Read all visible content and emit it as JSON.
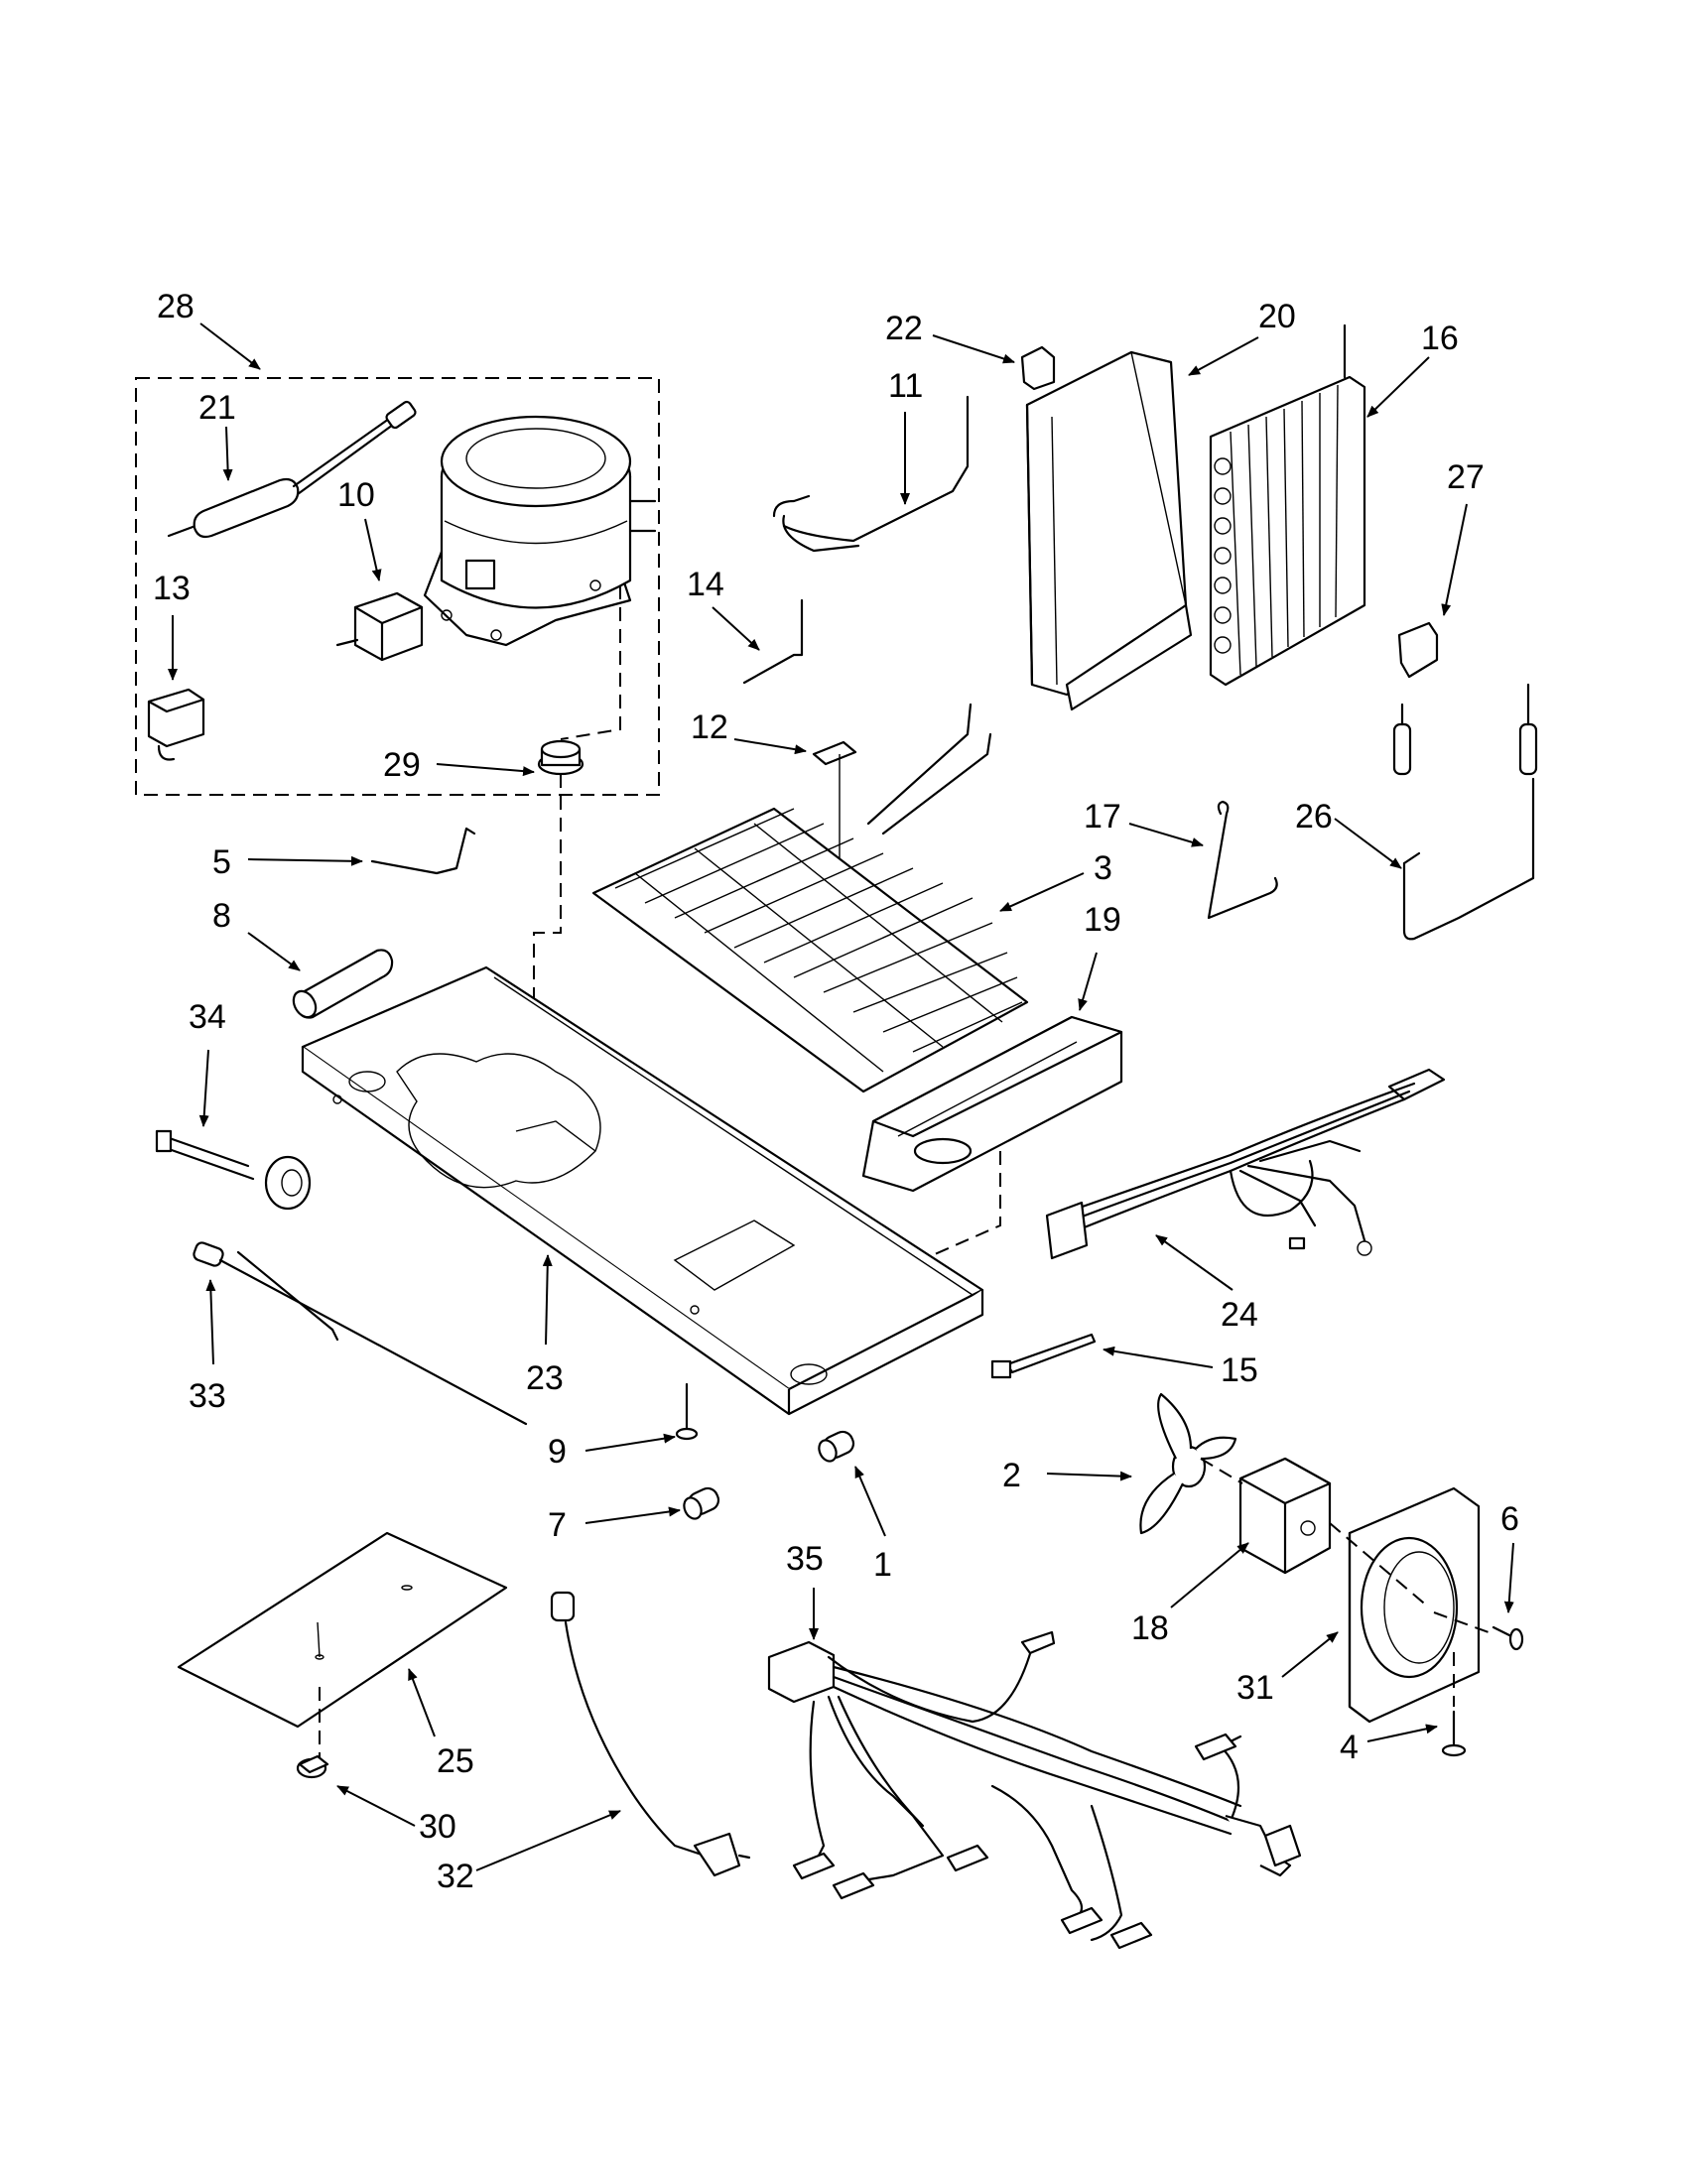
{
  "diagram": {
    "callouts": [
      {
        "id": "28",
        "label": "28"
      },
      {
        "id": "21",
        "label": "21"
      },
      {
        "id": "10",
        "label": "10"
      },
      {
        "id": "13",
        "label": "13"
      },
      {
        "id": "29",
        "label": "29"
      },
      {
        "id": "5",
        "label": "5"
      },
      {
        "id": "8",
        "label": "8"
      },
      {
        "id": "34",
        "label": "34"
      },
      {
        "id": "33",
        "label": "33"
      },
      {
        "id": "22",
        "label": "22"
      },
      {
        "id": "11",
        "label": "11"
      },
      {
        "id": "20",
        "label": "20"
      },
      {
        "id": "16",
        "label": "16"
      },
      {
        "id": "27",
        "label": "27"
      },
      {
        "id": "14",
        "label": "14"
      },
      {
        "id": "12",
        "label": "12"
      },
      {
        "id": "17",
        "label": "17"
      },
      {
        "id": "26",
        "label": "26"
      },
      {
        "id": "3",
        "label": "3"
      },
      {
        "id": "19",
        "label": "19"
      },
      {
        "id": "24",
        "label": "24"
      },
      {
        "id": "23",
        "label": "23"
      },
      {
        "id": "15",
        "label": "15"
      },
      {
        "id": "9",
        "label": "9"
      },
      {
        "id": "7",
        "label": "7"
      },
      {
        "id": "1",
        "label": "1"
      },
      {
        "id": "2",
        "label": "2"
      },
      {
        "id": "6",
        "label": "6"
      },
      {
        "id": "18",
        "label": "18"
      },
      {
        "id": "31",
        "label": "31"
      },
      {
        "id": "35",
        "label": "35"
      },
      {
        "id": "4",
        "label": "4"
      },
      {
        "id": "25",
        "label": "25"
      },
      {
        "id": "30",
        "label": "30"
      },
      {
        "id": "32",
        "label": "32"
      }
    ]
  }
}
